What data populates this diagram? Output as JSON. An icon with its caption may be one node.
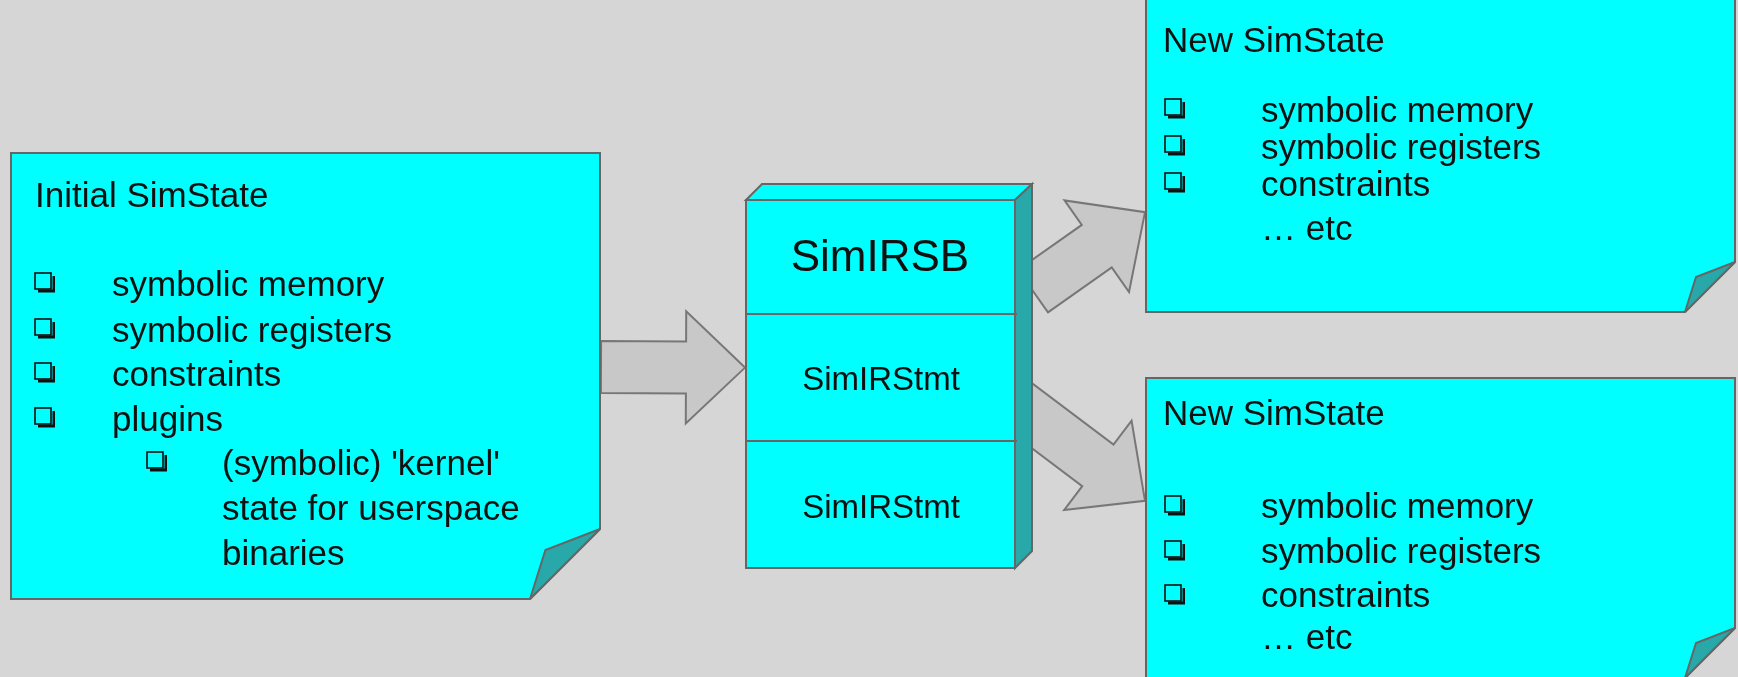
{
  "diagram": {
    "nodes": [
      {
        "text": [
          "Initial SimState",
          "symbolic memory",
          "symbolic registers",
          "constraints",
          "plugins",
          "(symbolic) 'kernel' state for userspace binaries"
        ]
      },
      {
        "text": [
          "SimIRSB"
        ]
      },
      {
        "text": [
          "SimIRStmt"
        ],
        "in": 1
      },
      {
        "text": [
          "SimIRStmt"
        ],
        "in": 1
      },
      {
        "text": [
          "New SimState",
          "symbolic memory",
          "symbolic registers",
          "constraints",
          "… etc"
        ]
      },
      {
        "text": [
          "New SimState",
          "symbolic memory",
          "symbolic registers",
          "constraints",
          "… etc"
        ]
      }
    ],
    "edges": [
      {
        "from": 0,
        "to": 2,
        "arrow": "to"
      },
      {
        "from": 1,
        "to": 4,
        "arrow": "to"
      },
      {
        "from": 2,
        "to": 5,
        "arrow": "to"
      }
    ]
  }
}
